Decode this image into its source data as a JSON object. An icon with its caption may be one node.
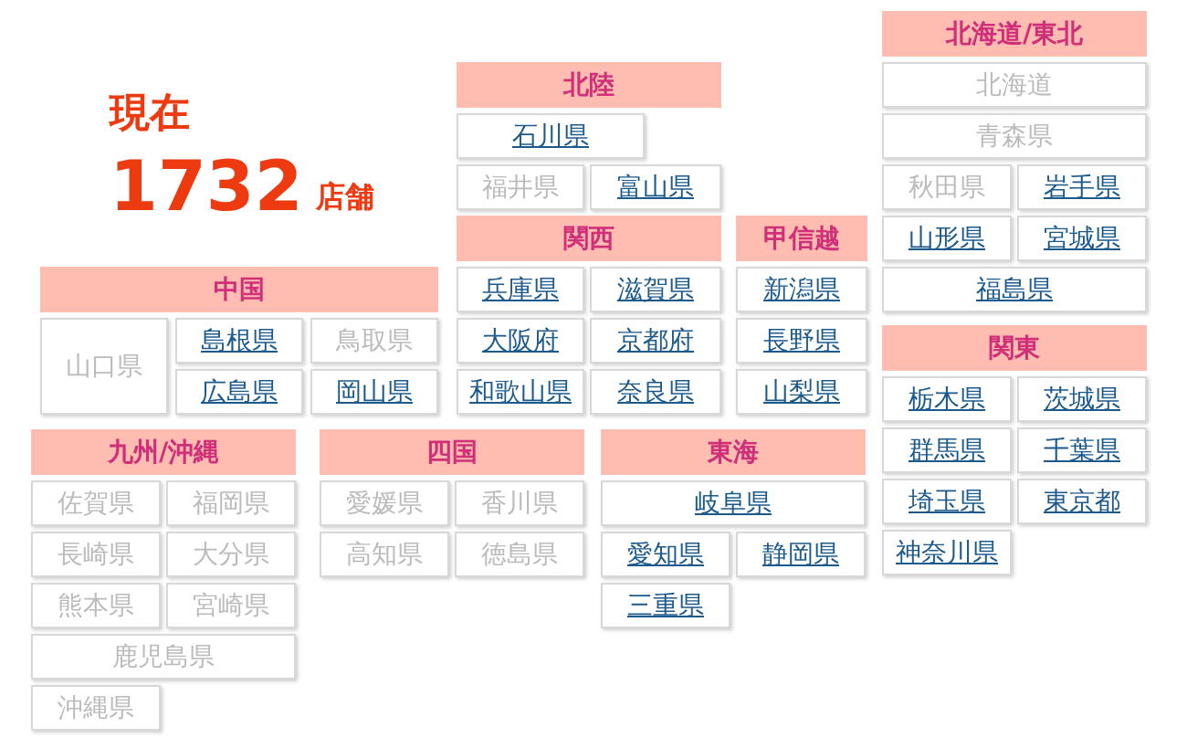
{
  "diagram": {
    "nodes": [
      {
        "text": [
          "北陸"
        ]
      },
      {
        "text": [
          "石川県"
        ]
      },
      {
        "text": [
          "福井県"
        ]
      },
      {
        "text": [
          "富山県"
        ]
      },
      {
        "text": [
          "北海道/東北"
        ]
      },
      {
        "text": [
          "北海道"
        ]
      },
      {
        "text": [
          "青森県"
        ]
      },
      {
        "text": [
          "秋田県"
        ]
      },
      {
        "text": [
          "岩手県"
        ]
      },
      {
        "text": [
          "山形県"
        ]
      },
      {
        "text": [
          "宮城県"
        ]
      },
      {
        "text": [
          "福島県"
        ]
      },
      {
        "text": [
          "中国"
        ]
      },
      {
        "text": [
          "山口県"
        ]
      },
      {
        "text": [
          "島根県"
        ]
      },
      {
        "text": [
          "鳥取県"
        ]
      },
      {
        "text": [
          "広島県"
        ]
      },
      {
        "text": [
          "岡山県"
        ]
      },
      {
        "text": [
          "関西"
        ]
      },
      {
        "text": [
          "兵庫県"
        ]
      },
      {
        "text": [
          "滋賀県"
        ]
      },
      {
        "text": [
          "大阪府"
        ]
      },
      {
        "text": [
          "京都府"
        ]
      },
      {
        "text": [
          "和歌山県"
        ]
      },
      {
        "text": [
          "奈良県"
        ]
      },
      {
        "text": [
          "甲信越"
        ]
      },
      {
        "text": [
          "新潟県"
        ]
      },
      {
        "text": [
          "長野県"
        ]
      },
      {
        "text": [
          "山梨県"
        ]
      },
      {
        "text": [
          "関東"
        ]
      },
      {
        "text": [
          "栃木県"
        ]
      },
      {
        "text": [
          "茨城県"
        ]
      },
      {
        "text": [
          "群馬県"
        ]
      },
      {
        "text": [
          "千葉県"
        ]
      },
      {
        "text": [
          "埼玉県"
        ]
      },
      {
        "text": [
          "東京都"
        ]
      },
      {
        "text": [
          "神奈川県"
        ]
      },
      {
        "text": [
          "九州/沖縄"
        ]
      },
      {
        "text": [
          "佐賀県"
        ]
      },
      {
        "text": [
          "福岡県"
        ]
      },
      {
        "text": [
          "長崎県"
        ]
      },
      {
        "text": [
          "大分県"
        ]
      },
      {
        "text": [
          "熊本県"
        ]
      },
      {
        "text": [
          "宮崎県"
        ]
      },
      {
        "text": [
          "鹿児島県"
        ]
      },
      {
        "text": [
          "沖縄県"
        ]
      },
      {
        "text": [
          "四国"
        ]
      },
      {
        "text": [
          "愛媛県"
        ]
      },
      {
        "text": [
          "香川県"
        ]
      },
      {
        "text": [
          "高知県"
        ]
      },
      {
        "text": [
          "徳島県"
        ]
      },
      {
        "text": [
          "東海"
        ]
      },
      {
        "text": [
          "岐阜県"
        ]
      },
      {
        "text": [
          "愛知県"
        ]
      },
      {
        "text": [
          "静岡県"
        ]
      },
      {
        "text": [
          "三重県"
        ]
      }
    ],
    "labels": [
      "現在",
      "1732",
      "店舗"
    ]
  }
}
